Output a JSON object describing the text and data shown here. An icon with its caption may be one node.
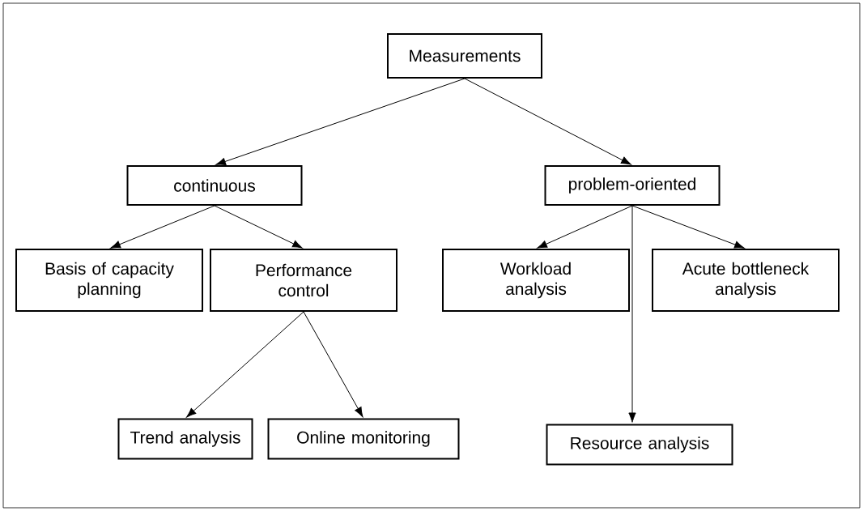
{
  "diagram": {
    "nodes": [
      {
        "text": [
          "Measurements"
        ]
      },
      {
        "text": [
          "continuous"
        ]
      },
      {
        "text": [
          "problem-oriented"
        ]
      },
      {
        "text": [
          "Basis of capacity planning"
        ]
      },
      {
        "text": [
          "Performance control"
        ]
      },
      {
        "text": [
          "Workload analysis"
        ]
      },
      {
        "text": [
          "Acute bottleneck analysis"
        ]
      },
      {
        "text": [
          "Trend analysis"
        ]
      },
      {
        "text": [
          "Online monitoring"
        ]
      },
      {
        "text": [
          "Resource analysis"
        ]
      }
    ],
    "edges": [
      {
        "from": 0,
        "to": 1,
        "arrow": "to"
      },
      {
        "from": 0,
        "to": 2,
        "arrow": "to"
      },
      {
        "from": 1,
        "to": 3,
        "arrow": "to"
      },
      {
        "from": 1,
        "to": 4,
        "arrow": "to"
      },
      {
        "from": 2,
        "to": 5,
        "arrow": "to"
      },
      {
        "from": 2,
        "to": 9,
        "arrow": "to"
      },
      {
        "from": 2,
        "to": 6,
        "arrow": "to"
      },
      {
        "from": 4,
        "to": 7,
        "arrow": "to"
      },
      {
        "from": 4,
        "to": 8,
        "arrow": "to"
      }
    ]
  }
}
